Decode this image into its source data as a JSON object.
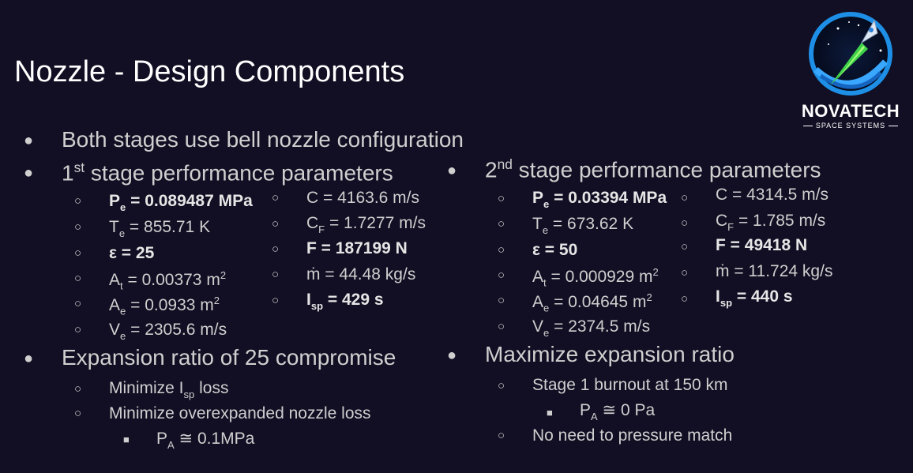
{
  "title": "Nozzle -  Design Components",
  "logo": {
    "name": "NOVATECH",
    "subtitle": "SPACE SYSTEMS"
  },
  "b1": "Both stages use bell nozzle configuration",
  "s1": {
    "heading": {
      "sup": "st",
      "rest": " stage performance parameters",
      "num": "1"
    },
    "pe": {
      "sym": "P",
      "sub": "e",
      "val": " = 0.089487 MPa"
    },
    "te": {
      "sym": "T",
      "sub": "e",
      "val": " = 855.71 K"
    },
    "eps": "ε  = 25",
    "at": {
      "sym": "A",
      "sub": "t",
      "val": " = 0.00373 m",
      "sup": "2"
    },
    "ae": {
      "sym": "A",
      "sub": "e",
      "val": " = 0.0933 m",
      "sup": "2"
    },
    "ve": {
      "sym": "V",
      "sub": "e",
      "val": " = 2305.6 m/s"
    },
    "c": "C = 4163.6 m/s",
    "cf": {
      "sym": "C",
      "sub": "F",
      "val": " = 1.7277 m/s"
    },
    "f": "F = 187199 N",
    "mdot": "ṁ = 44.48 kg/s",
    "isp": {
      "sym": "I",
      "sub": "sp",
      "val": " = 429 s"
    }
  },
  "s2": {
    "heading": {
      "num": "2",
      "sup": "nd",
      "rest": " stage performance parameters"
    },
    "pe": {
      "sym": "P",
      "sub": "e",
      "val": " = 0.03394 MPa"
    },
    "te": {
      "sym": "T",
      "sub": "e",
      "val": " = 673.62 K"
    },
    "eps": "ε  = 50",
    "at": {
      "sym": "A",
      "sub": "t",
      "val": " = 0.000929 m",
      "sup": "2"
    },
    "ae": {
      "sym": "A",
      "sub": "e",
      "val": " = 0.04645 m",
      "sup": "2"
    },
    "ve": {
      "sym": "V",
      "sub": "e",
      "val": " = 2374.5 m/s"
    },
    "c": "C = 4314.5 m/s",
    "cf": {
      "sym": "C",
      "sub": "F",
      "val": " = 1.785 m/s"
    },
    "f": "F = 49418 N",
    "mdot": "ṁ = 11.724 kg/s",
    "isp": {
      "sym": "I",
      "sub": "sp",
      "val": " = 440 s"
    }
  },
  "exp1": {
    "heading": "Expansion ratio of 25 compromise",
    "item1": {
      "pre": "Minimize I",
      "sub": "sp",
      "post": " loss"
    },
    "item2": "Minimize overexpanded nozzle loss",
    "item3": {
      "sym": "P",
      "sub": "A",
      "val": " ≅ 0.1MPa"
    }
  },
  "exp2": {
    "heading": "Maximize expansion ratio",
    "item1": "Stage 1 burnout at 150 km",
    "item2": {
      "sym": "P",
      "sub": "A",
      "val": " ≅ 0 Pa"
    },
    "item3": "No need to pressure match"
  },
  "glyphs": {
    "dot": "●",
    "circle": "○",
    "square": "■"
  }
}
